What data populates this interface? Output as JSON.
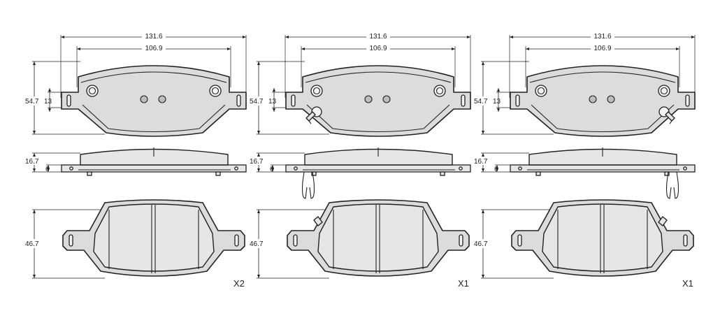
{
  "columns": [
    {
      "id": "left",
      "width_outer": "131.6",
      "width_inner": "106.9",
      "height_total": "54.7",
      "hole_height": "13",
      "thickness_total": "16.7",
      "thickness_plate": "6",
      "friction_height": "46.7",
      "quantity": "X2",
      "has_sensor": false
    },
    {
      "id": "middle",
      "width_outer": "131.6",
      "width_inner": "106.9",
      "height_total": "54.7",
      "hole_height": "13",
      "thickness_total": "16.7",
      "thickness_plate": "6",
      "friction_height": "46.7",
      "quantity": "X1",
      "has_sensor": true,
      "sensor_side": "left"
    },
    {
      "id": "right",
      "width_outer": "131.6",
      "width_inner": "106.9",
      "height_total": "54.7",
      "hole_height": "13",
      "thickness_total": "16.7",
      "thickness_plate": "6",
      "friction_height": "46.7",
      "quantity": "X1",
      "has_sensor": true,
      "sensor_side": "right"
    }
  ]
}
